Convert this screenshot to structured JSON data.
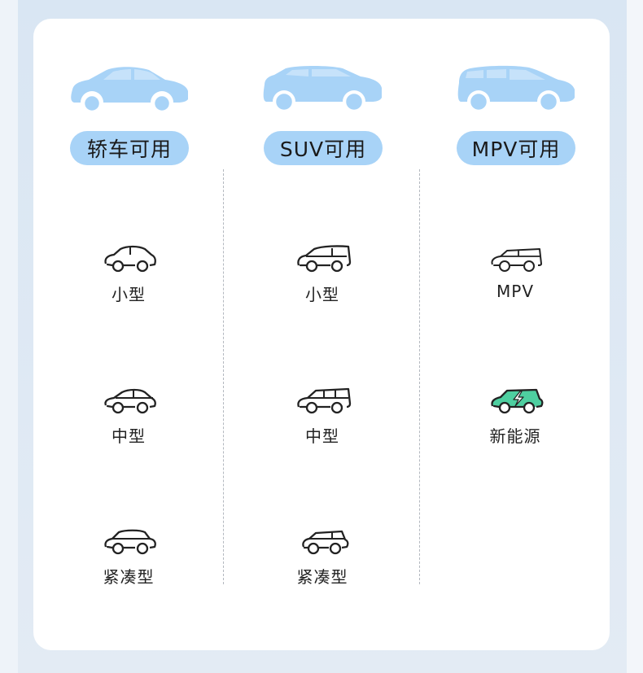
{
  "columns": [
    {
      "heading": "轿车可用",
      "hero_icon": "sedan-icon",
      "items": [
        {
          "label": "小型",
          "icon": "small-sedan-icon"
        },
        {
          "label": "中型",
          "icon": "midsize-sedan-icon"
        },
        {
          "label": "紧凑型",
          "icon": "compact-sedan-icon"
        }
      ]
    },
    {
      "heading": "SUV可用",
      "hero_icon": "suv-icon",
      "items": [
        {
          "label": "小型",
          "icon": "small-suv-icon"
        },
        {
          "label": "中型",
          "icon": "midsize-suv-icon"
        },
        {
          "label": "紧凑型",
          "icon": "compact-suv-icon"
        }
      ]
    },
    {
      "heading": "MPV可用",
      "hero_icon": "mpv-icon",
      "items": [
        {
          "label": "MPV",
          "icon": "mpv-outline-icon"
        },
        {
          "label": "新能源",
          "icon": "new-energy-car-icon"
        }
      ]
    }
  ],
  "colors": {
    "pill": "#a8d3f7",
    "hero_car": "#a8d3f7",
    "new_energy": "#4ecfa0"
  }
}
